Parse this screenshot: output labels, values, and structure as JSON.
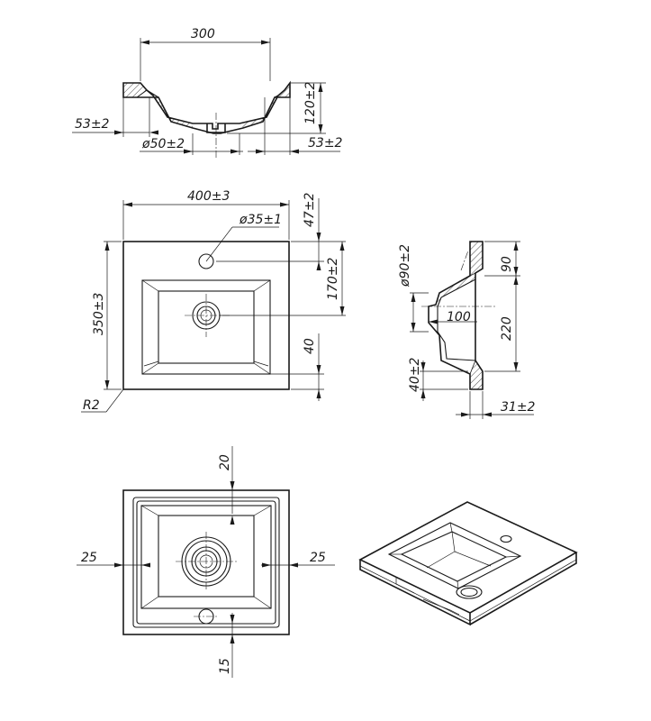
{
  "front_section": {
    "width": "300",
    "height": "120±2",
    "rim_left": "53±2",
    "rim_right": "53±2",
    "drain": "ø50±2"
  },
  "top_view": {
    "width": "400±3",
    "depth": "350±3",
    "tap_hole": "ø35±1",
    "tap_offset": "47±2",
    "tap_to_drain": "170±2",
    "drain_to_front": "40",
    "corner_radius": "R2"
  },
  "side_section": {
    "overflow": "ø90±2",
    "depth_upper": "90",
    "depth_lower": "220",
    "bowl": "100",
    "front_height": "40±2",
    "rim": "31±2"
  },
  "bottom_view": {
    "top_margin": "20",
    "left_margin": "25",
    "right_margin": "25",
    "bottom_margin": "15"
  }
}
